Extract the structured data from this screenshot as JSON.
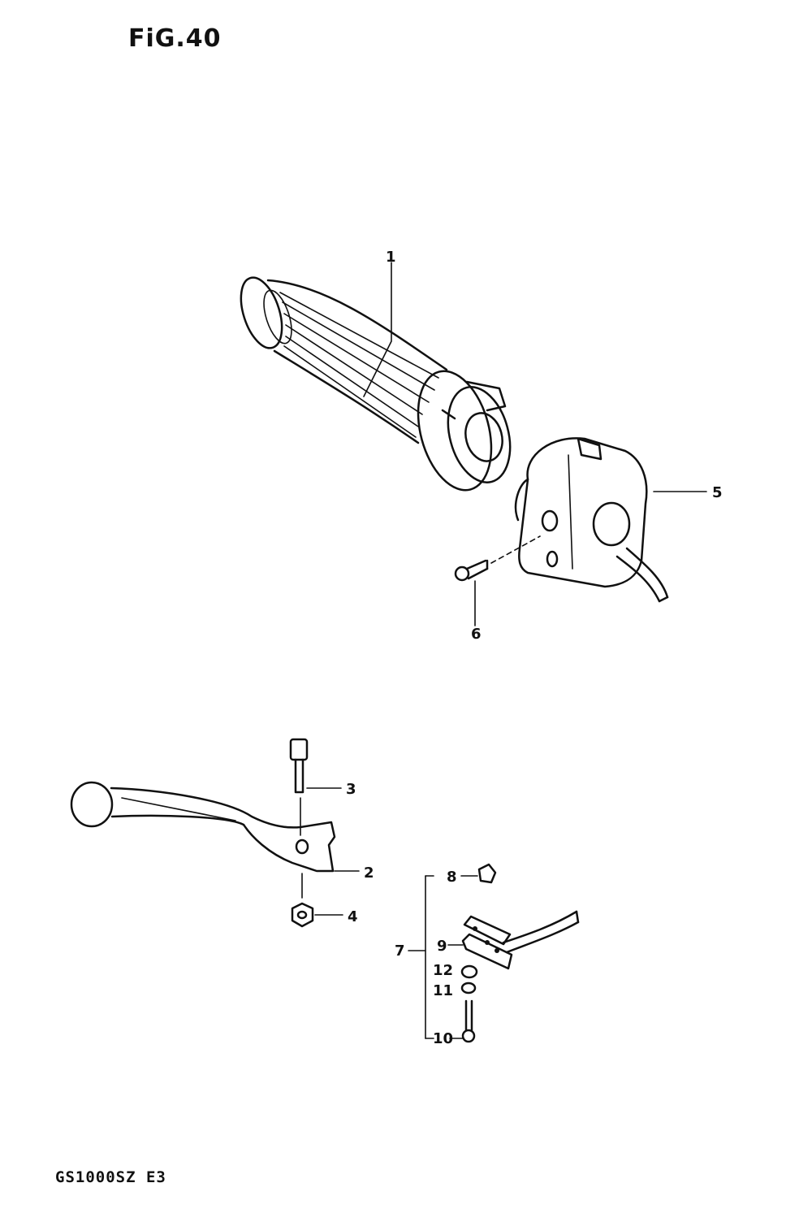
{
  "figure": {
    "title": "FiG.40"
  },
  "footer": {
    "model_code": "GS1000SZ  E3"
  },
  "callouts": [
    {
      "id": "1",
      "text": "1"
    },
    {
      "id": "2",
      "text": "2"
    },
    {
      "id": "3",
      "text": "3"
    },
    {
      "id": "4",
      "text": "4"
    },
    {
      "id": "5",
      "text": "5"
    },
    {
      "id": "6",
      "text": "6"
    },
    {
      "id": "7",
      "text": "7"
    },
    {
      "id": "8",
      "text": "8"
    },
    {
      "id": "9",
      "text": "9"
    },
    {
      "id": "10",
      "text": "10"
    },
    {
      "id": "11",
      "text": "11"
    },
    {
      "id": "12",
      "text": "12"
    }
  ]
}
